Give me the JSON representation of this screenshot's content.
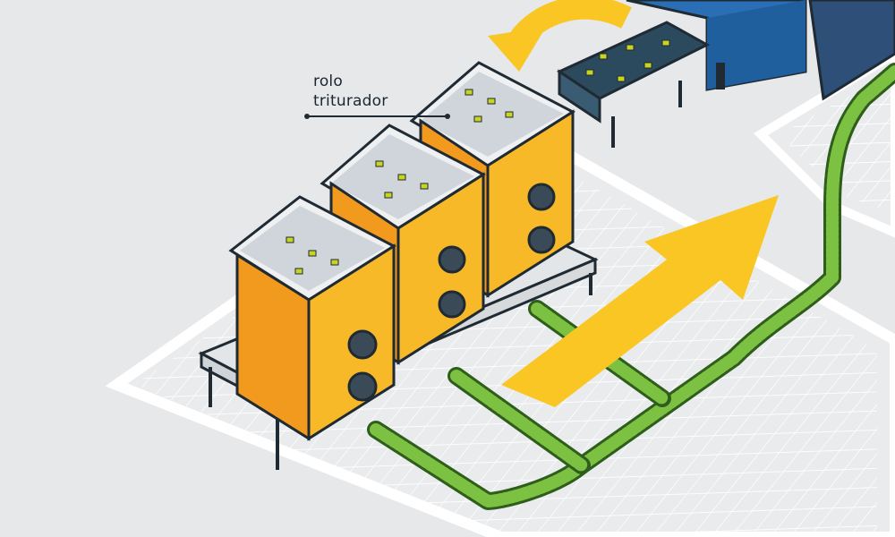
{
  "annotation": {
    "line1": "rolo",
    "line2": "triturador"
  },
  "colors": {
    "background": "#e6e8ea",
    "floor_grid": "#ffffff",
    "shredder_yellow": "#f7b928",
    "shredder_orange": "#f29a1e",
    "arrow_yellow": "#f9c623",
    "pipe_green": "#7cc142",
    "machine_blue": "#1f5f9e",
    "conveyor_dark": "#2b4a5e",
    "outline": "#1f2a33"
  },
  "icons": [
    "rolo-triturador-shredder",
    "conveyor-belt",
    "flow-arrow",
    "green-pipe"
  ]
}
